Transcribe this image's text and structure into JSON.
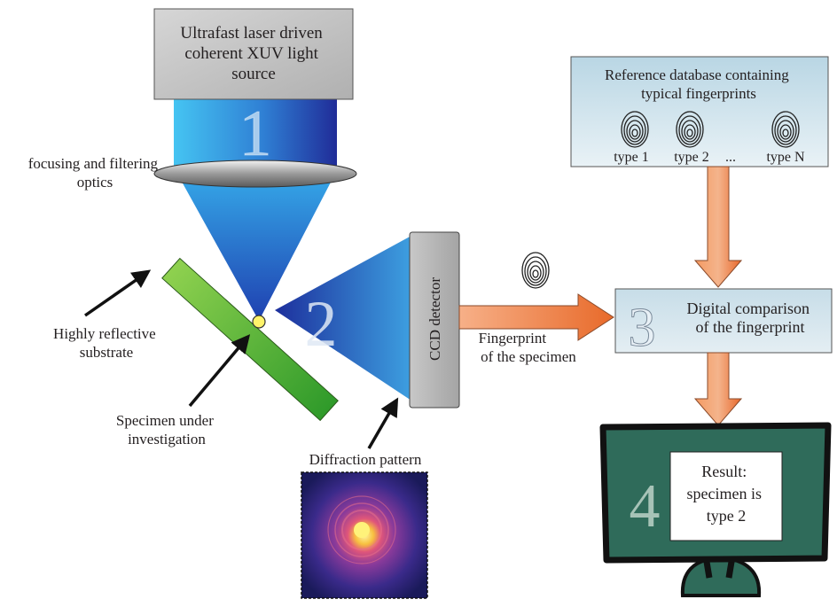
{
  "source": {
    "lines": [
      "Ultrafast laser driven",
      "coherent XUV light",
      "source"
    ]
  },
  "optics": {
    "lines": [
      "focusing and filtering",
      "optics"
    ]
  },
  "substrate": {
    "lines": [
      "Highly reflective",
      "substrate"
    ]
  },
  "specimen": {
    "lines": [
      "Specimen under",
      "investigation"
    ]
  },
  "detector": {
    "label": "CCD detector"
  },
  "diffraction": {
    "label": "Diffraction pattern"
  },
  "fingerprint_arrow": {
    "lines": [
      "Fingerprint",
      "of the specimen"
    ]
  },
  "database": {
    "lines": [
      "Reference database containing",
      "typical fingerprints"
    ],
    "types": [
      "type 1",
      "type 2",
      "...",
      "type N"
    ]
  },
  "comparison": {
    "lines": [
      "Digital comparison",
      "of the fingerprint"
    ]
  },
  "result": {
    "lines": [
      "Result:",
      "specimen is",
      "type 2"
    ]
  },
  "steps": [
    "1",
    "2",
    "3",
    "4"
  ],
  "colors": {
    "beam_light": "#3ab0e8",
    "beam_dark": "#2233a0",
    "substrate": "#4caf2a",
    "arrow_orange": "#f07a3a",
    "monitor_screen": "#2f6b5a",
    "database_bg": "#d7e8f0",
    "specimen_dot": "#fff36a"
  }
}
